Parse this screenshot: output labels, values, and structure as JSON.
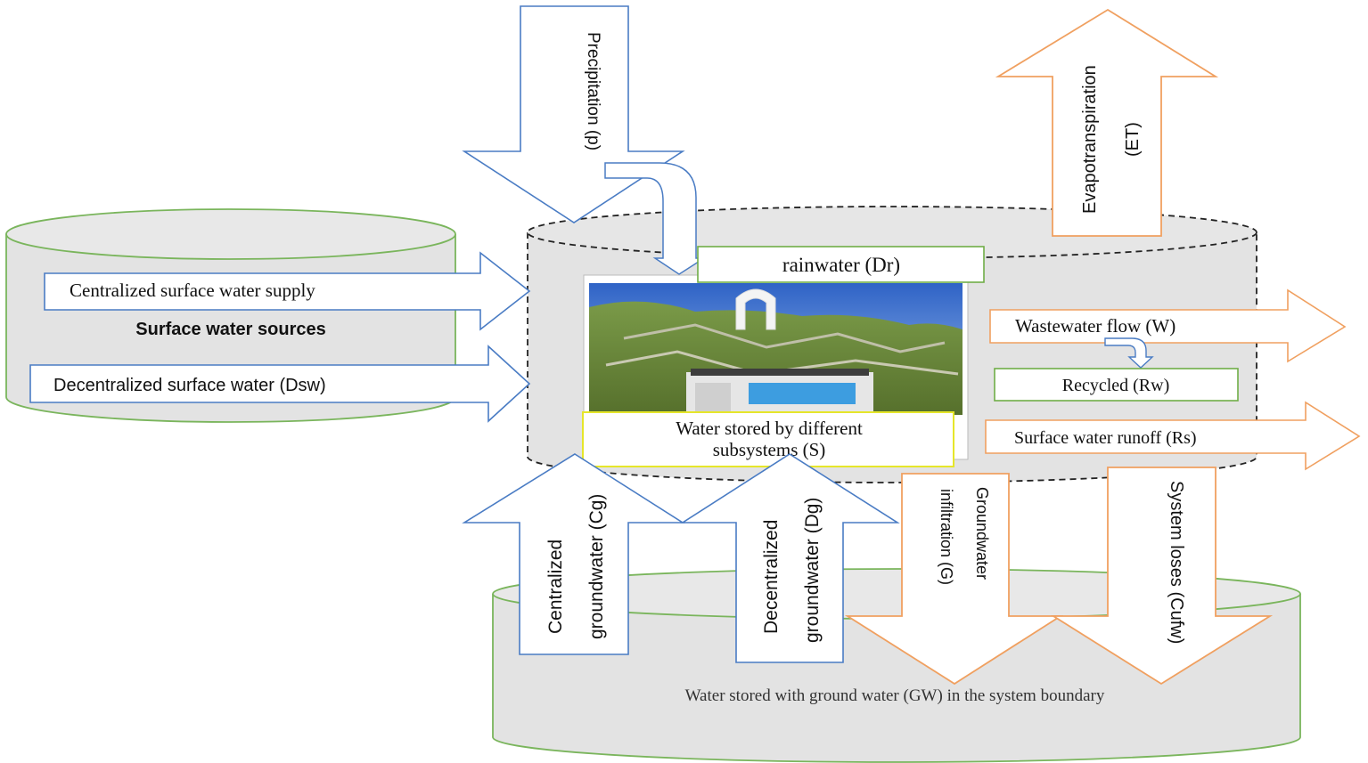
{
  "colors": {
    "cylinder_fill": "#e3e3e3",
    "cylinder_stroke_green": "#7ab55c",
    "blue_arrow": "#4a7cc4",
    "orange_arrow": "#f0a060",
    "orange_dark": "#e07b32",
    "text": "#1a1a1a",
    "box_green": "#70ad47",
    "box_yellow": "#e6e62a",
    "sky": "#4f7fd1",
    "hill": "#6b8a3a"
  },
  "surface_sources": {
    "title": "Surface water sources",
    "centralized": "Centralized surface water supply",
    "decentralized": "Decentralized surface water (Dsw)"
  },
  "system": {
    "rainwater": "rainwater (Dr)",
    "storage_line1": "Water stored by different",
    "storage_line2": "subsystems (S)",
    "photo_icon": "landscape-photo"
  },
  "inflows": {
    "precipitation": "Precipitation (p)",
    "centralized_gw_line1": "Centralized",
    "centralized_gw_line2": "groundwater (Cg)",
    "decentralized_gw_line1": "Decentralized",
    "decentralized_gw_line2": "groundwater (Dg)"
  },
  "outflows": {
    "evapotranspiration_line1": "Evapotranspiration",
    "evapotranspiration_line2": "(ET)",
    "wastewater": "Wastewater flow (W)",
    "recycled": "Recycled (Rw)",
    "runoff": "Surface water runoff (Rs)",
    "gw_infiltration_line1": "Groundwater",
    "gw_infiltration_line2": "infiltration (G)",
    "system_loses": "System loses (Cufw)"
  },
  "groundwater": {
    "label": "Water stored with ground water (GW) in the system boundary"
  }
}
